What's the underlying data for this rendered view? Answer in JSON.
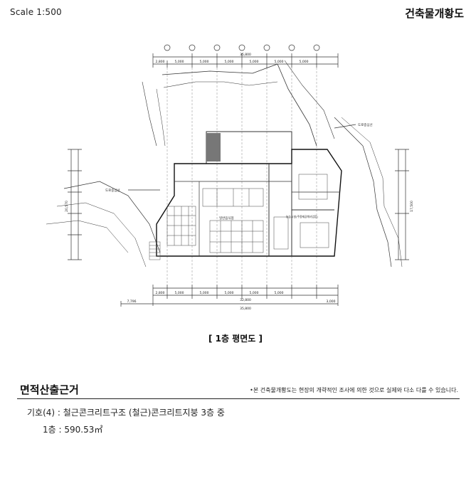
{
  "header": {
    "scale": "Scale  1:500",
    "title": "건축물개황도"
  },
  "plan": {
    "caption": "[ 1층 평면도 ]",
    "labels": {
      "road_center_top": "도로중심선",
      "road_center_left": "도로중심선",
      "room_center": "일반음식점",
      "room_right": "농능시설(주용제공해사업장)"
    },
    "top_dims": [
      "2,800",
      "5,000",
      "5,000",
      "5,000",
      "5,000",
      "5,000",
      "5,000"
    ],
    "top_total": "35,800",
    "bottom_dims": [
      "2,800",
      "5,000",
      "5,000",
      "5,000",
      "5,000",
      "5,000"
    ],
    "bottom_subtotal": "32,800",
    "bottom_total": "35,800",
    "bottom_left": "7,796",
    "bottom_right": "3,000",
    "right_total": "17,500",
    "left_total": "20,570"
  },
  "area_section": {
    "heading": "면적산출근거",
    "note": "•본 건축물개황도는 현장의 개략적인 조사에 의한 것으로 실제와 다소 다를 수 있습니다.",
    "line1": "기호(4) : 철근콘크리트구조 (철근)콘크리트지붕 3층 중",
    "line2": "1층 : 590.53㎡"
  }
}
